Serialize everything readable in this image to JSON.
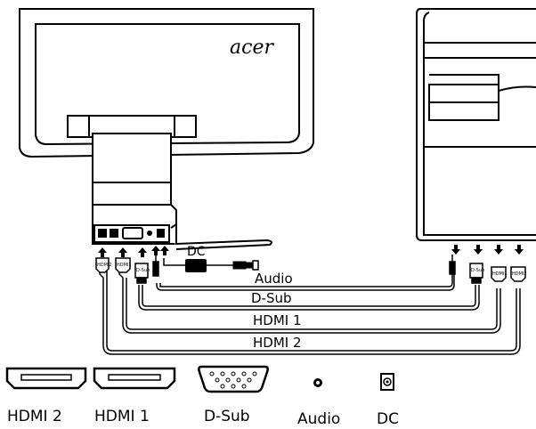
{
  "monitor": {
    "logo": "acer"
  },
  "cables": {
    "dc": "DC",
    "audio": "Audio",
    "dsub": "D-Sub",
    "hdmi1": "HDMI 1",
    "hdmi2": "HDMI 2"
  },
  "connectors": [
    {
      "label": "HDMI 2",
      "icon": "hdmi-connector-icon"
    },
    {
      "label": "HDMI 1",
      "icon": "hdmi-connector-icon"
    },
    {
      "label": "D-Sub",
      "icon": "dsub-connector-icon"
    },
    {
      "label": "Audio",
      "icon": "audio-jack-icon"
    },
    {
      "label": "DC",
      "icon": "dc-jack-icon"
    }
  ],
  "port_tags": {
    "hdmi2": "HDMI2",
    "hdmi1": "HDMI1",
    "dsub": "D-Sub"
  }
}
